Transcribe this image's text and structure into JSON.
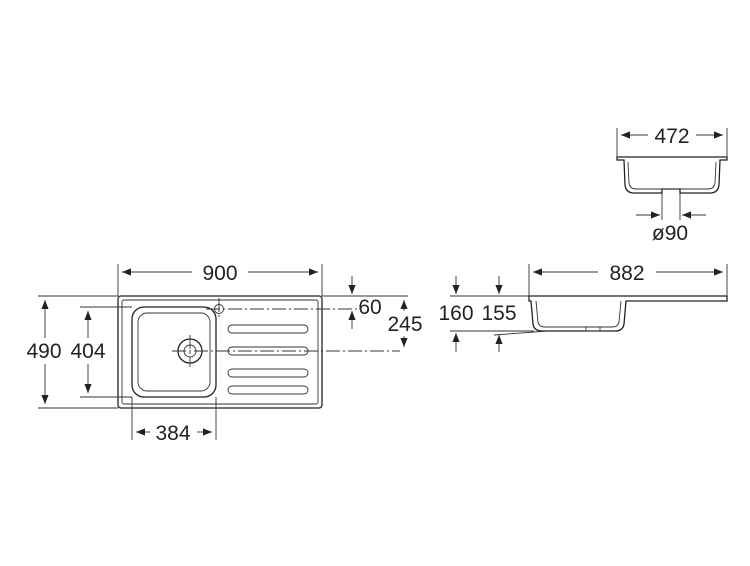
{
  "dimensions": {
    "top_view": {
      "overall_width": "900",
      "overall_depth": "490",
      "bowl_depth": "404",
      "bowl_width": "384",
      "tap_hole_offset": "60",
      "waste_offset": "245"
    },
    "side_view": {
      "overall_width": "882",
      "height_outer": "160",
      "height_inner": "155"
    },
    "section_view": {
      "bowl_width": "472",
      "waste_diameter": "ø90"
    }
  },
  "colors": {
    "line": "#222222",
    "background": "#ffffff"
  }
}
